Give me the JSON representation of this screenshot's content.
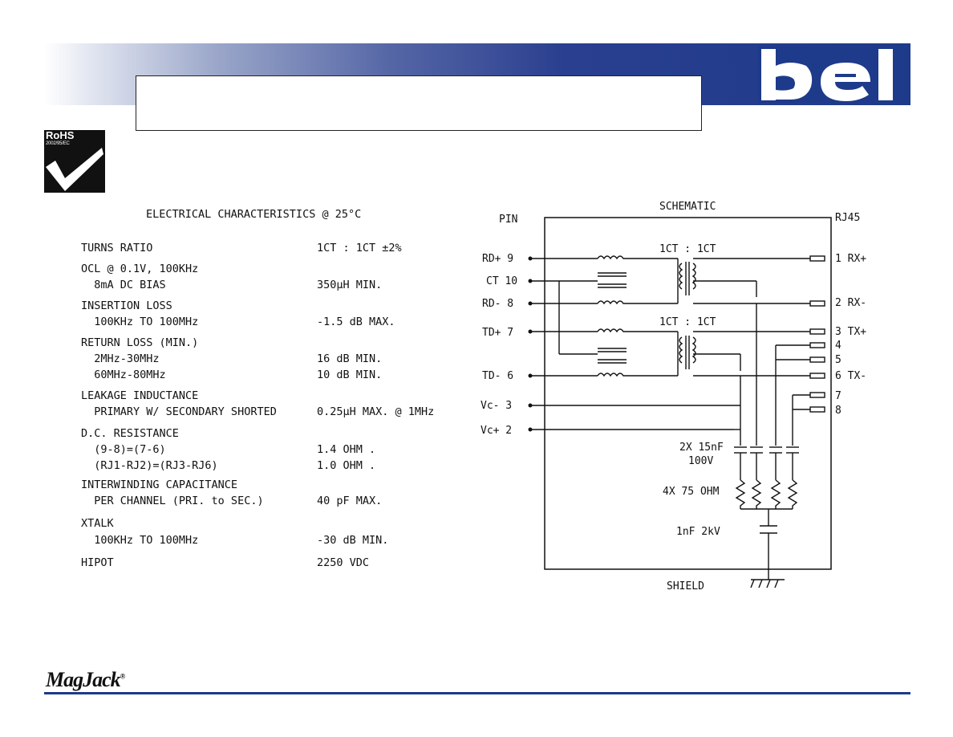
{
  "logo": {
    "brand": "bel",
    "brand_color": "#1e3a8a"
  },
  "badge": {
    "label": "RoHS",
    "sub": "2002/95/EC",
    "icon": "checkmark-icon"
  },
  "electrical": {
    "title": "ELECTRICAL CHARACTERISTICS @ 25°C",
    "rows": [
      {
        "param": "TURNS RATIO",
        "value": "1CT : 1CT ±2%"
      },
      {
        "param": "OCL @ 0.1V, 100KHz",
        "value": ""
      },
      {
        "param": "  8mA DC BIAS",
        "value": "350µH MIN."
      },
      {
        "param": "INSERTION LOSS",
        "value": ""
      },
      {
        "param": "  100KHz TO 100MHz",
        "value": "-1.5 dB MAX."
      },
      {
        "param": "RETURN LOSS (MIN.)",
        "value": ""
      },
      {
        "param": "  2MHz-30MHz",
        "value": "16 dB MIN."
      },
      {
        "param": "  60MHz-80MHz",
        "value": "10 dB MIN."
      },
      {
        "param": "LEAKAGE INDUCTANCE",
        "value": ""
      },
      {
        "param": "  PRIMARY W/ SECONDARY SHORTED",
        "value": "0.25µH MAX. @ 1MHz"
      },
      {
        "param": "D.C. RESISTANCE",
        "value": ""
      },
      {
        "param": "  (9-8)=(7-6)",
        "value": "1.4 OHM ."
      },
      {
        "param": "  (RJ1-RJ2)=(RJ3-RJ6)",
        "value": "1.0 OHM ."
      },
      {
        "param": "INTERWINDING CAPACITANCE",
        "value": ""
      },
      {
        "param": "  PER CHANNEL (PRI. to SEC.)",
        "value": "40 pF MAX."
      },
      {
        "param": "XTALK",
        "value": ""
      },
      {
        "param": "  100KHz TO 100MHz",
        "value": "-30 dB MIN."
      },
      {
        "param": "HIPOT",
        "value": "2250 VDC"
      }
    ]
  },
  "schematic": {
    "title": "SCHEMATIC",
    "pin_header": "PIN",
    "rj_header": "RJ45",
    "left_pins": [
      "RD+ 9",
      "CT 10",
      "RD- 8",
      "TD+ 7",
      "TD- 6",
      "Vc- 3",
      "Vc+ 2"
    ],
    "right_pins": [
      "1 RX+",
      "2 RX-",
      "3 TX+",
      "4",
      "5",
      "6 TX-",
      "7",
      "8"
    ],
    "ratio_top": "1CT : 1CT",
    "ratio_bottom": "1CT : 1CT",
    "cap_label_1": "2X 15nF",
    "cap_label_2": "100V",
    "res_label": "4X 75 OHM",
    "hv_cap_label": "1nF 2kV",
    "shield_label": "SHIELD"
  },
  "footer": {
    "brand": "MagJack",
    "mark": "®"
  }
}
